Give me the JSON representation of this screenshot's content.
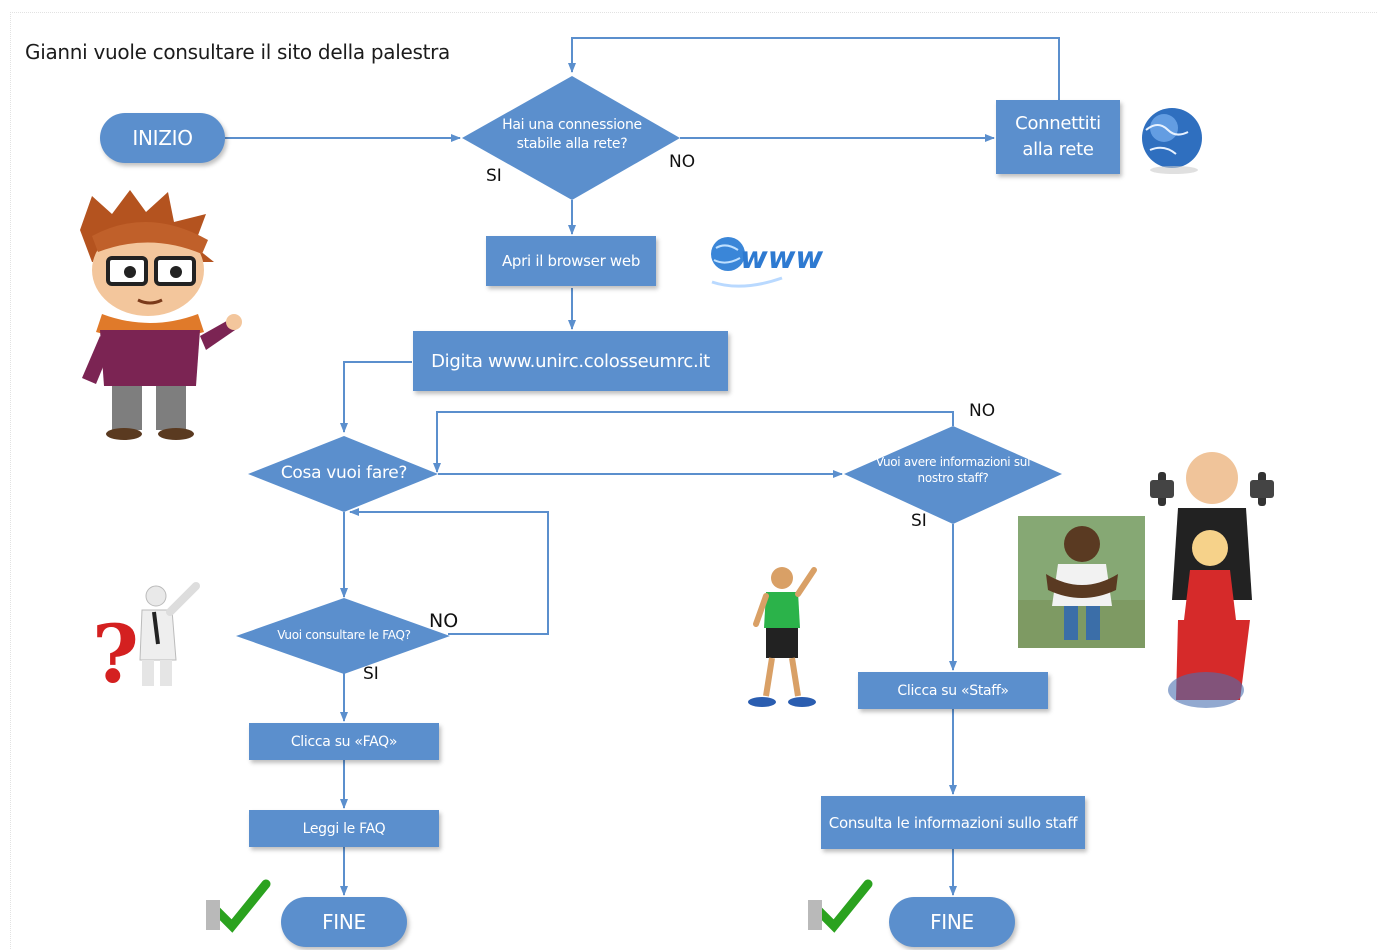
{
  "title": "Gianni vuole consultare il sito della palestra",
  "colors": {
    "shape_fill": "#5b8fcd",
    "connector": "#5b8fcd",
    "label_text": "#111111"
  },
  "nodes": {
    "inizio": "INIZIO",
    "connessione_q": "Hai una connessione stabile alla rete?",
    "connettiti": "Connettiti alla rete",
    "apri_browser": "Apri il browser web",
    "digita_url": "Digita www.unirc.colosseumrc.it",
    "cosa_fare_q": "Cosa vuoi fare?",
    "staff_q": "Vuoi avere informazioni sul nostro staff?",
    "faq_q": "Vuoi consultare le FAQ?",
    "clicca_faq": "Clicca su «FAQ»",
    "leggi_faq": "Leggi le FAQ",
    "fine_left": "FINE",
    "clicca_staff": "Clicca su «Staff»",
    "consulta_staff": "Consulta le informazioni sullo staff",
    "fine_right": "FINE"
  },
  "labels": {
    "si_connessione": "SI",
    "no_connessione": "NO",
    "no_staff": "NO",
    "si_staff": "SI",
    "no_faq": "NO",
    "si_faq": "SI"
  },
  "illustrations": {
    "globe": "globe-icon",
    "www": "www-logo",
    "cartoon_boy": "cartoon-character",
    "question_man": "question-mark-figure",
    "waving_man": "waving-athlete",
    "trainer": "muscular-trainer",
    "fitness_couple": "fitness-couple",
    "check_left": "checkmark-icon",
    "check_right": "checkmark-icon"
  }
}
